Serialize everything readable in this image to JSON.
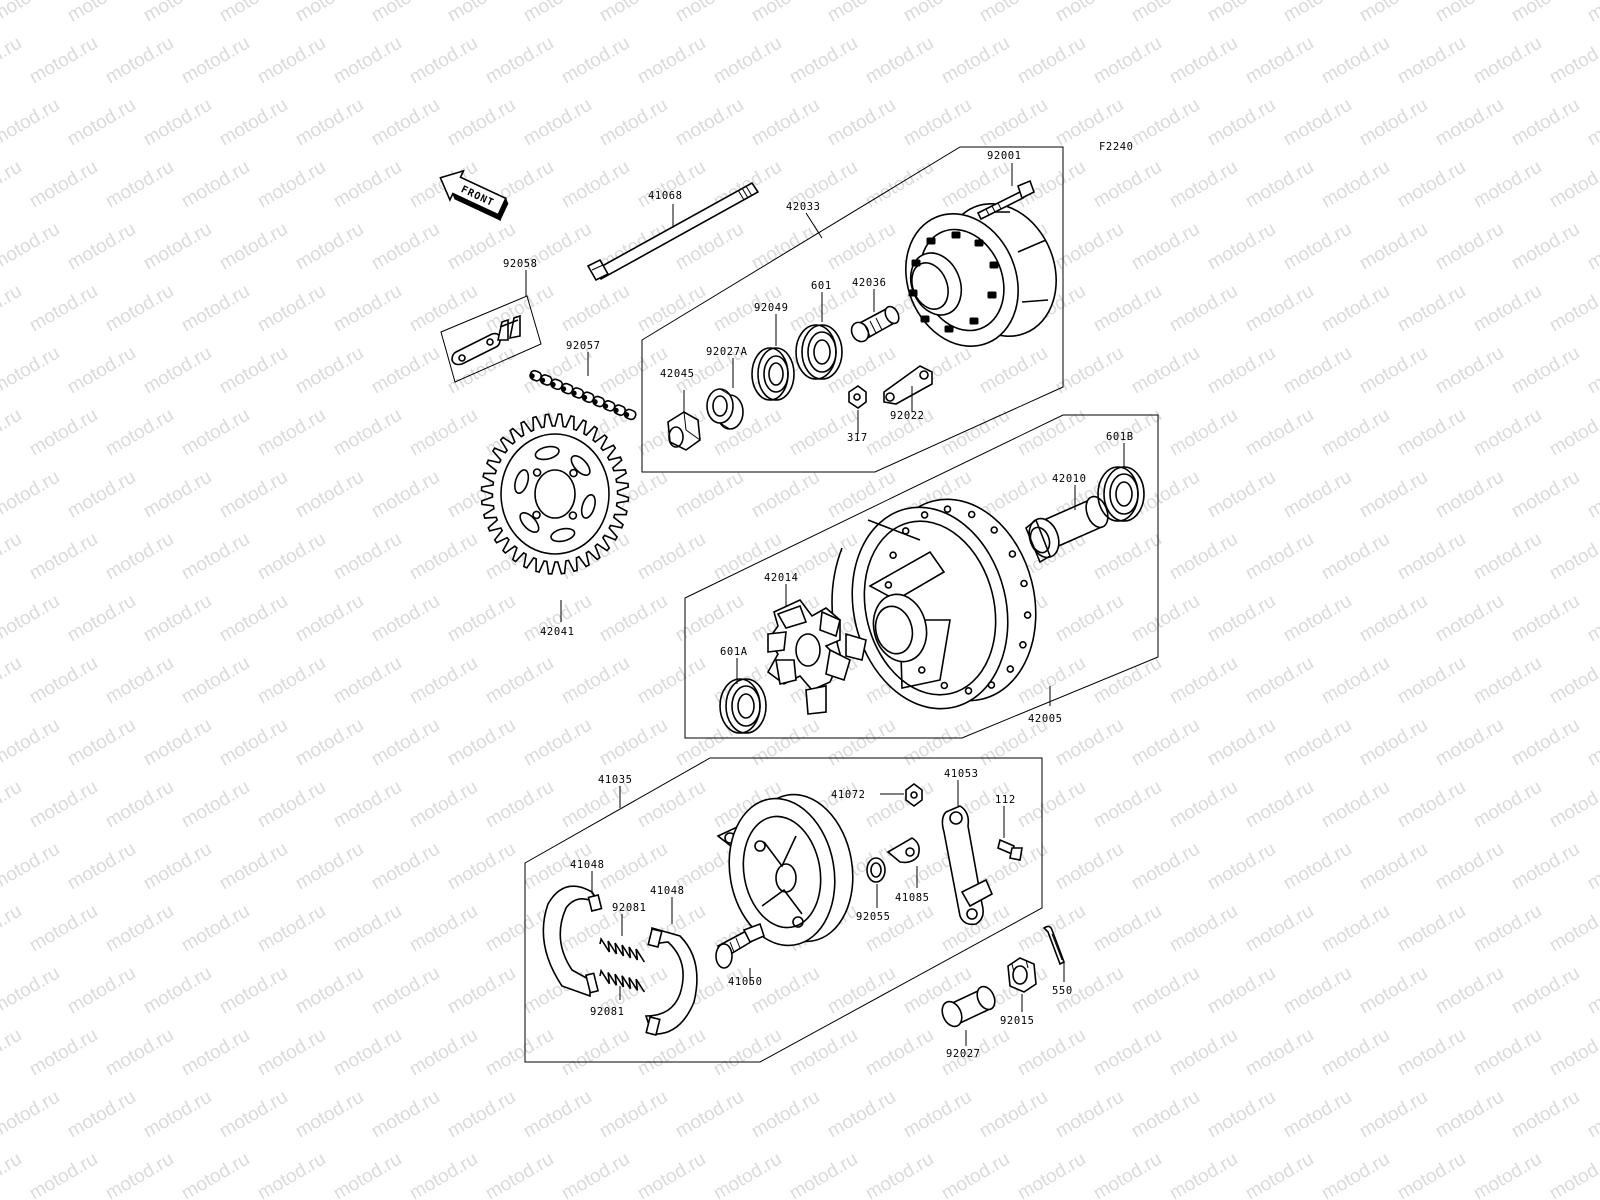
{
  "figure_code": "F2240",
  "front_arrow_text": "FRONT",
  "watermark": "motod.ru",
  "parts": {
    "p41068": "41068",
    "p42033": "42033",
    "p92001": "92001",
    "p92058": "92058",
    "p92057": "92057",
    "p42041": "42041",
    "p42045": "42045",
    "p92027A": "92027A",
    "p92049": "92049",
    "p601": "601",
    "p42036": "42036",
    "p317": "317",
    "p92022": "92022",
    "p601B": "601B",
    "p42010": "42010",
    "p42014": "42014",
    "p601A": "601A",
    "p42005": "42005",
    "p41035": "41035",
    "p41072": "41072",
    "p41053": "41053",
    "p112": "112",
    "p41048a": "41048",
    "p41048b": "41048",
    "p92081a": "92081",
    "p92081b": "92081",
    "p41050": "41050",
    "p92055": "92055",
    "p41085": "41085",
    "p550": "550",
    "p92015": "92015",
    "p92027": "92027"
  }
}
